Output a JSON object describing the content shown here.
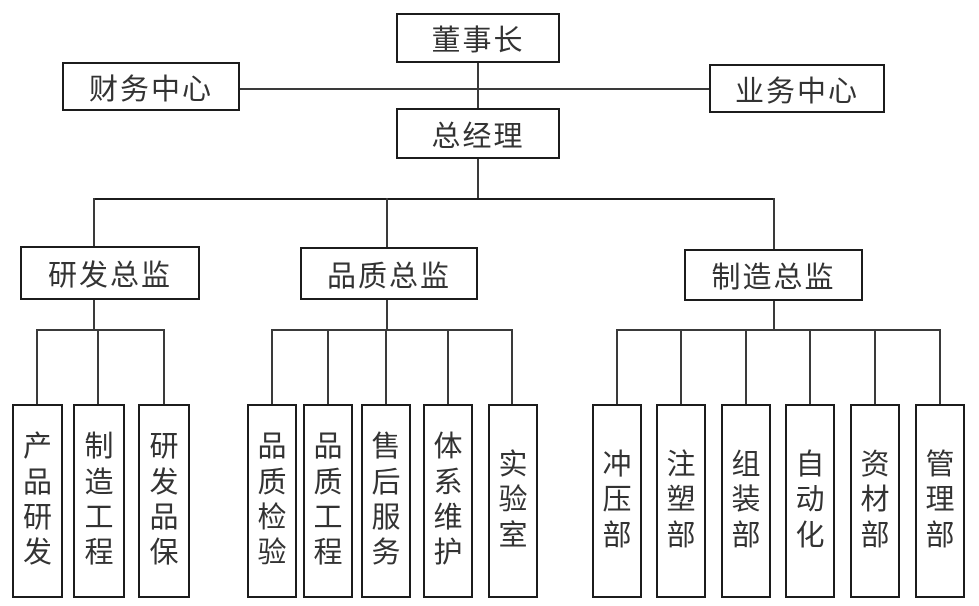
{
  "org": {
    "chairman": "董事长",
    "finance_center": "财务中心",
    "business_center": "业务中心",
    "general_manager": "总经理",
    "directors": [
      {
        "label": "研发总监",
        "departments": [
          "产品研发",
          "制造工程",
          "研发品保"
        ]
      },
      {
        "label": "品质总监",
        "departments": [
          "品质检验",
          "品质工程",
          "售后服务",
          "体系维护",
          "实验室"
        ]
      },
      {
        "label": "制造总监",
        "departments": [
          "冲压部",
          "注塑部",
          "组装部",
          "自动化",
          "资材部",
          "管理部"
        ]
      }
    ]
  },
  "colors": {
    "background": "#ffffff",
    "box_border": "#1c1c1c",
    "connector_line": "#3a3a3a",
    "text": "#333333"
  }
}
